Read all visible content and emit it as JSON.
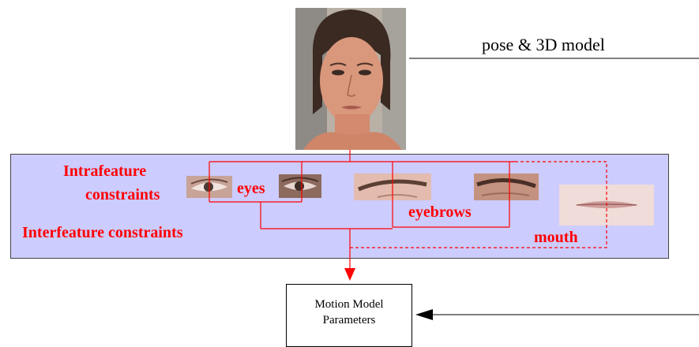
{
  "diagram": {
    "top_right_label": "pose & 3D model",
    "constraints": {
      "intra_line1": "Intrafeature",
      "intra_line2": "constraints",
      "inter": "Interfeature constraints"
    },
    "features": {
      "eyes": "eyes",
      "eyebrows": "eyebrows",
      "mouth": "mouth"
    },
    "motion_box": {
      "line1": "Motion Model",
      "line2": "Parameters"
    },
    "colors": {
      "constraint_red": "#ff0000",
      "panel_fill": "#ccccff",
      "line_black": "#000000"
    }
  }
}
